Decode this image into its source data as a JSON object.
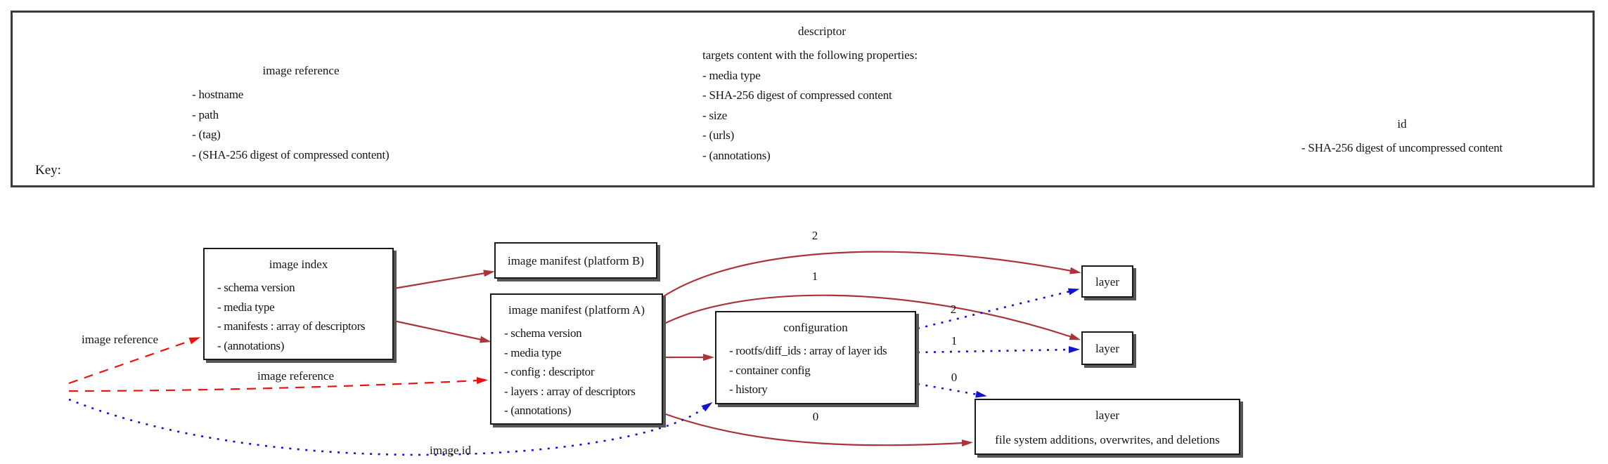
{
  "key": {
    "label": "Key:",
    "sections": [
      {
        "title": "image reference",
        "items": [
          "- hostname",
          "- path",
          "- (tag)",
          "- (SHA-256 digest of compressed content)"
        ]
      },
      {
        "title": "descriptor",
        "intro": "targets content with the following properties:",
        "items": [
          "- media type",
          "- SHA-256 digest of compressed content",
          "- size",
          "- (urls)",
          "- (annotations)"
        ]
      },
      {
        "title": "id",
        "items": [
          "- SHA-256 digest of uncompressed content"
        ]
      }
    ]
  },
  "nodes": {
    "image_index": {
      "title": "image index",
      "items": [
        "- schema version",
        "- media type",
        "- manifests : array of descriptors",
        "- (annotations)"
      ]
    },
    "manifest_b": {
      "title": "image manifest (platform B)"
    },
    "manifest_a": {
      "title": "image manifest (platform A)",
      "items": [
        "- schema version",
        "- media type",
        "- config : descriptor",
        "- layers : array of descriptors",
        "- (annotations)"
      ]
    },
    "configuration": {
      "title": "configuration",
      "items": [
        "- rootfs/diff_ids : array of layer ids",
        "- container config",
        "- history"
      ]
    },
    "layer_top": {
      "title": "layer"
    },
    "layer_mid": {
      "title": "layer"
    },
    "layer_base": {
      "title": "layer",
      "subtitle": "file system additions, overwrites, and deletions"
    }
  },
  "edge_labels": {
    "ref_to_index": "image reference",
    "ref_to_manifest": "image reference",
    "image_id": "image id",
    "red_layer_2": "2",
    "red_layer_1": "1",
    "red_layer_0": "0",
    "blue_layer_2": "2",
    "blue_layer_1": "1",
    "blue_layer_0": "0"
  },
  "colors": {
    "image_reference_edge": "#ee1111",
    "descriptor_edge": "#a93439",
    "id_edge": "#1414cc",
    "text": "#151515",
    "node_border": "#1a1a1a",
    "key_border": "#3b3b3b"
  }
}
